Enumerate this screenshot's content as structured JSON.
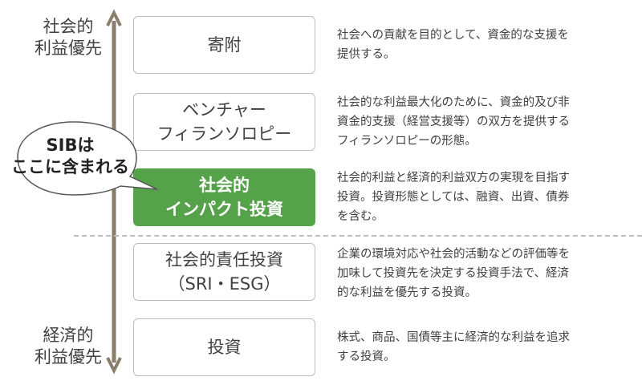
{
  "axis": {
    "top_label": [
      "社会的",
      "利益優先"
    ],
    "bottom_label": [
      "経済的",
      "利益優先"
    ]
  },
  "bubble": {
    "lines": [
      "SIBは",
      "ここに含まれる"
    ]
  },
  "rows": [
    {
      "label_lines": [
        "寄附"
      ],
      "desc_lines": [
        "社会への貢献を目的として、資金的な支援を",
        "提供する。"
      ]
    },
    {
      "label_lines": [
        "ベンチャー",
        "フィランソロピー"
      ],
      "desc_lines": [
        "社会的な利益最大化のために、資金的及び非",
        "資金的支援（経営支援等）の双方を提供する",
        "フィランソロピーの形態。"
      ]
    },
    {
      "label_lines": [
        "社会的",
        "インパクト投資"
      ],
      "highlight": true,
      "desc_lines": [
        "社会的利益と経済的利益双方の実現を目指す",
        "投資。投資形態としては、融資、出資、債券",
        "を含む。"
      ]
    },
    {
      "label_lines": [
        "社会的責任投資",
        "（SRI・ESG）"
      ],
      "desc_lines": [
        "企業の環境対応や社会的活動などの評価等を",
        "加味して投資先を決定する投資手法で、経済",
        "的な利益を優先する投資。"
      ]
    },
    {
      "label_lines": [
        "投資"
      ],
      "desc_lines": [
        "株式、商品、国債等主に経済的な利益を追求",
        "する投資。"
      ]
    }
  ],
  "colors": {
    "highlight": "#56a24a",
    "arrow": "#8b7d6b",
    "border": "#bdbdbd"
  }
}
